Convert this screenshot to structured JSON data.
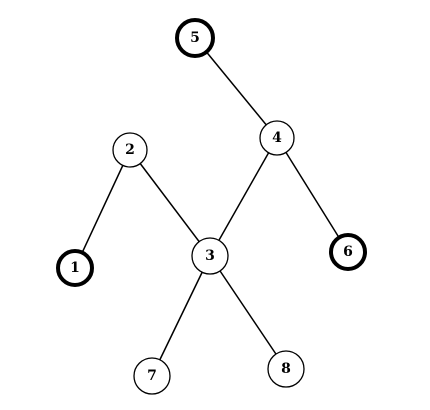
{
  "graph": {
    "nodes": [
      {
        "id": "n5",
        "label": "5",
        "emphasized": true
      },
      {
        "id": "n4",
        "label": "4",
        "emphasized": false
      },
      {
        "id": "n2",
        "label": "2",
        "emphasized": false
      },
      {
        "id": "n3",
        "label": "3",
        "emphasized": false
      },
      {
        "id": "n1",
        "label": "1",
        "emphasized": true
      },
      {
        "id": "n6",
        "label": "6",
        "emphasized": true
      },
      {
        "id": "n7",
        "label": "7",
        "emphasized": false
      },
      {
        "id": "n8",
        "label": "8",
        "emphasized": false
      }
    ],
    "edges": [
      {
        "from": "n5",
        "to": "n4"
      },
      {
        "from": "n4",
        "to": "n3"
      },
      {
        "from": "n4",
        "to": "n6"
      },
      {
        "from": "n2",
        "to": "n1"
      },
      {
        "from": "n2",
        "to": "n3"
      },
      {
        "from": "n3",
        "to": "n7"
      },
      {
        "from": "n3",
        "to": "n8"
      }
    ],
    "colors": {
      "stroke": "#000000",
      "fill": "#ffffff"
    }
  }
}
